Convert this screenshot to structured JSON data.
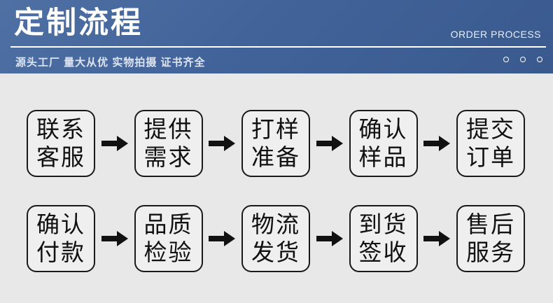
{
  "header": {
    "title": "定制流程",
    "subtitle": "源头工厂 量大从优 实物拍摄 证书齐全",
    "order_process_label": "ORDER PROCESS",
    "dot_count": 3,
    "colors": {
      "banner_top": "#4f70a3",
      "banner_bottom": "#3a5a8e",
      "text": "#ffffff",
      "subtitle_text": "#dde4ef"
    }
  },
  "flow": {
    "colors": {
      "background": "#e8e8e8",
      "box_fill": "#efefef",
      "box_border": "#1a1a1a",
      "arrow": "#111111"
    },
    "rows": [
      {
        "steps": [
          {
            "lines": [
              "联系",
              "客服"
            ]
          },
          {
            "lines": [
              "提供",
              "需求"
            ]
          },
          {
            "lines": [
              "打样",
              "准备"
            ]
          },
          {
            "lines": [
              "确认",
              "样品"
            ]
          },
          {
            "lines": [
              "提交",
              "订单"
            ]
          }
        ]
      },
      {
        "steps": [
          {
            "lines": [
              "确认",
              "付款"
            ]
          },
          {
            "lines": [
              "品质",
              "检验"
            ]
          },
          {
            "lines": [
              "物流",
              "发货"
            ]
          },
          {
            "lines": [
              "到货",
              "签收"
            ]
          },
          {
            "lines": [
              "售后",
              "服务"
            ]
          }
        ]
      }
    ]
  }
}
